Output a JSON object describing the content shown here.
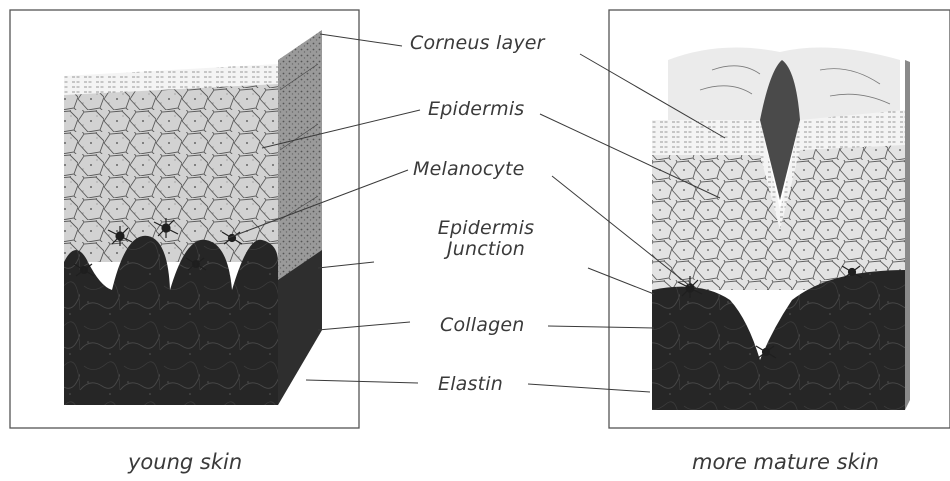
{
  "labels": {
    "corneus_layer": "Corneus layer",
    "epidermis": "Epidermis",
    "melanocyte": "Melanocyte",
    "epidermis_junction_line1": "Epidermis",
    "epidermis_junction_line2": "Junction",
    "collagen": "Collagen",
    "elastin": "Elastin"
  },
  "captions": {
    "left": "young skin",
    "right": "more mature skin"
  },
  "colors": {
    "ink": "#3a3a3a",
    "frame": "#555555",
    "epidermis_fill": "#cfcfcf",
    "dermis_fill": "#262626"
  }
}
